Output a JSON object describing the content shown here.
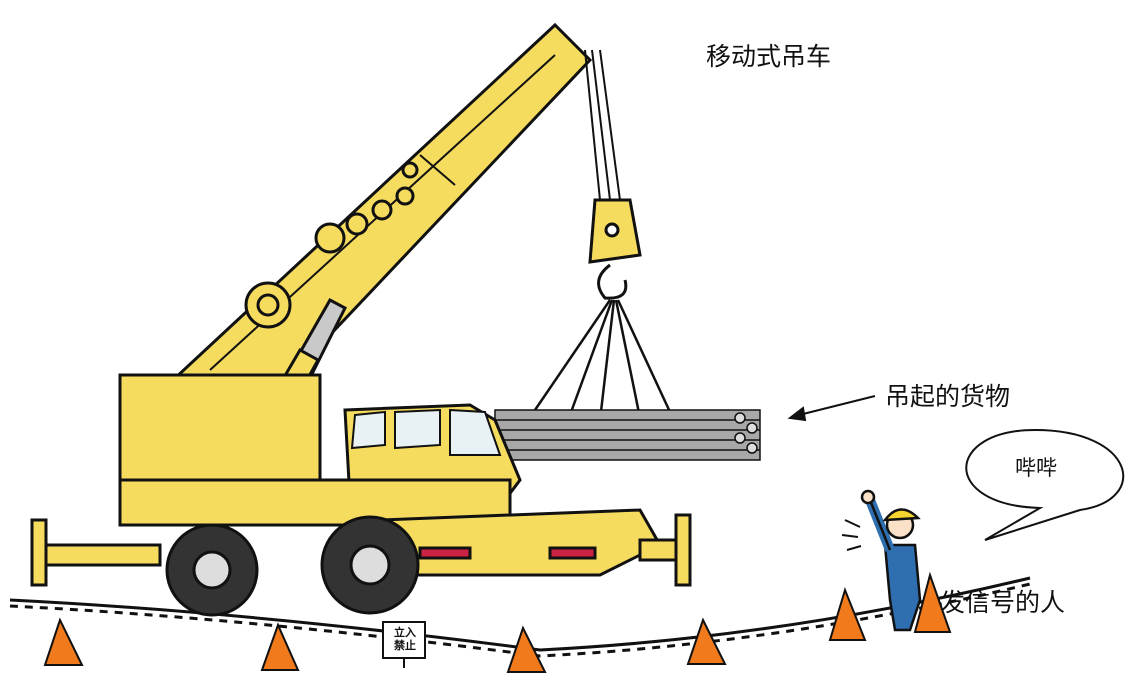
{
  "labels": {
    "crane": "移动式吊车",
    "load": "吊起的货物",
    "signal_person": "发信号的人",
    "speech": "哔哔"
  },
  "sign": {
    "line1": "立入",
    "line2": "禁止"
  },
  "colors": {
    "crane_body": "#f6dc5e",
    "outline": "#111111",
    "cone": "#f07a1c",
    "pipes": "#a8a8a8",
    "worker_suit": "#2f6fb0",
    "helmet": "#f6d32e"
  }
}
